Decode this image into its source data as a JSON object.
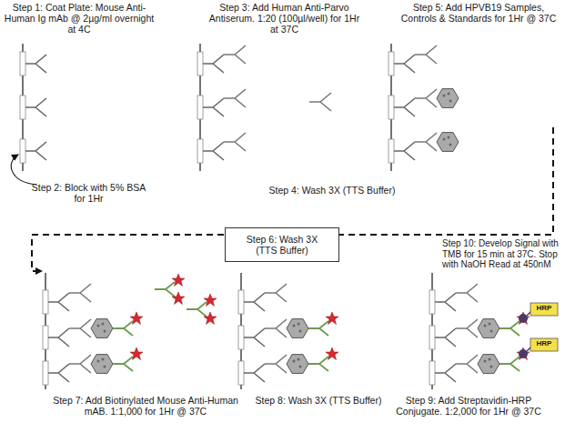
{
  "diagram": {
    "nodes": [
      {
        "text": [
          "Step 6: Wash 3X (TTS Buffer)"
        ]
      }
    ],
    "labels": [
      "Step 1: Coat Plate: Mouse Anti-Human Ig mAb @ 2µg/ml overnight at 4C",
      "Step 3: Add Human Anti-Parvo Antiserum. 1:20 (100µl/well) for 1Hr at 37C",
      "Step 5: Add HPVB19 Samples, Controls & Standards for 1Hr @ 37C",
      "Step 2: Block with 5% BSA for 1Hr",
      "Step 4: Wash 3X (TTS Buffer)",
      "Step 10: Develop Signal with TMB for 15 min at 37C. Stop with NaOH Read at 450nM",
      "Step 7: Add Biotinylated Mouse Anti-Human mAB. 1:1,000 for 1Hr @ 37C",
      "Step 8: Wash 3X (TTS Buffer)",
      "Step 9: Add Streptavidin-HRP Conjugate. 1:2,000 for 1Hr @ 37C",
      "HRP",
      "HRP"
    ]
  }
}
